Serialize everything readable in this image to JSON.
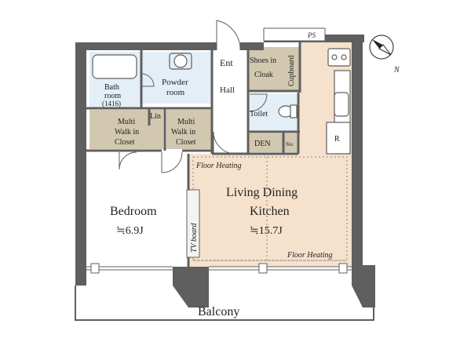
{
  "rooms": {
    "bathroom": {
      "line1": "Bath",
      "line2": "room",
      "line3": "(1416)"
    },
    "powder_room": {
      "line1": "Powder",
      "line2": "room"
    },
    "entrance": "Ent",
    "hall": "Hall",
    "shoes_cloak": {
      "line1": "Shoes in",
      "line2": "Cloak"
    },
    "cupboard": "Cupboard",
    "ps": "PS",
    "toilet": "Toilet",
    "linen": "Lin",
    "multi_closet_1": {
      "line1": "Multi",
      "line2": "Walk in",
      "line3": "Closet"
    },
    "multi_closet_2": {
      "line1": "Multi",
      "line2": "Walk in",
      "line3": "Closet"
    },
    "den": "DEN",
    "storage": "Sto",
    "refrigerator": "R",
    "bedroom": {
      "name": "Bedroom",
      "area": "≒6.9J"
    },
    "ldk": {
      "line1": "Living Dining",
      "line2": "Kitchen",
      "area": "≒15.7J"
    },
    "tv_board": "TV board",
    "floor_heating_1": "Floor Heating",
    "floor_heating_2": "Floor Heating",
    "balcony": "Balcony"
  },
  "compass": {
    "label": "N"
  },
  "colors": {
    "wall": "#5f5f5f",
    "wet_area": "#e3eef7",
    "closet": "#d2c8b0",
    "ldk_floor": "#f6e1cc",
    "corridor": "#ffffff"
  }
}
